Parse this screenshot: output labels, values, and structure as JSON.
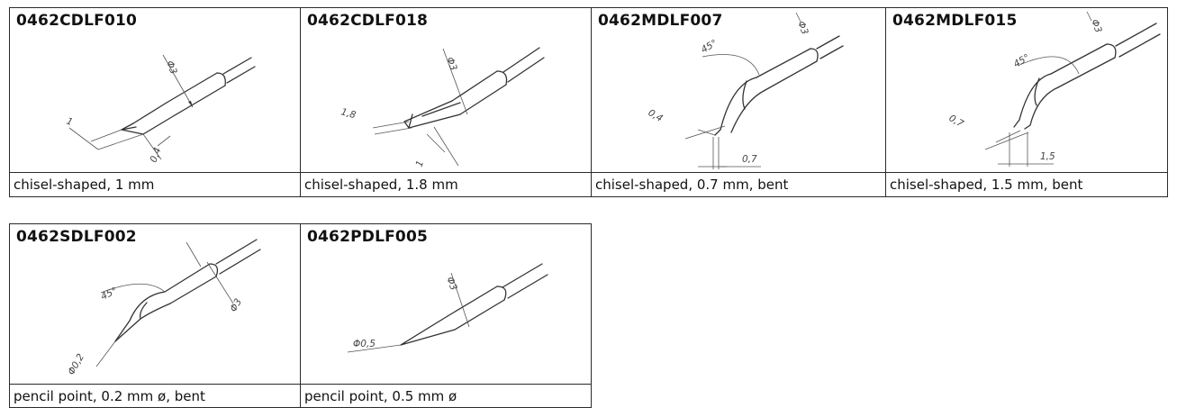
{
  "tips": [
    {
      "code": "0462CDLF010",
      "caption": "chisel-shaped, 1 mm",
      "dims": {
        "dia": "Φ3",
        "a": "1",
        "b": "0,4"
      }
    },
    {
      "code": "0462CDLF018",
      "caption": "chisel-shaped, 1.8 mm",
      "dims": {
        "dia": "Φ3",
        "a": "1,8",
        "b": "1"
      }
    },
    {
      "code": "0462MDLF007",
      "caption": "chisel-shaped, 0.7 mm, bent",
      "dims": {
        "dia": "Φ3",
        "angle": "45°",
        "a": "0,4",
        "b": "0,7"
      }
    },
    {
      "code": "0462MDLF015",
      "caption": "chisel-shaped, 1.5 mm, bent",
      "dims": {
        "dia": "Φ3",
        "angle": "45°",
        "a": "0,7",
        "b": "1,5"
      }
    },
    {
      "code": "0462SDLF002",
      "caption": "pencil point, 0.2 mm ø, bent",
      "dims": {
        "dia": "Φ3",
        "angle": "45°",
        "a": "Φ0,2"
      }
    },
    {
      "code": "0462PDLF005",
      "caption": "pencil point, 0.5 mm ø",
      "dims": {
        "dia": "Φ3",
        "a": "Φ0,5"
      }
    }
  ]
}
